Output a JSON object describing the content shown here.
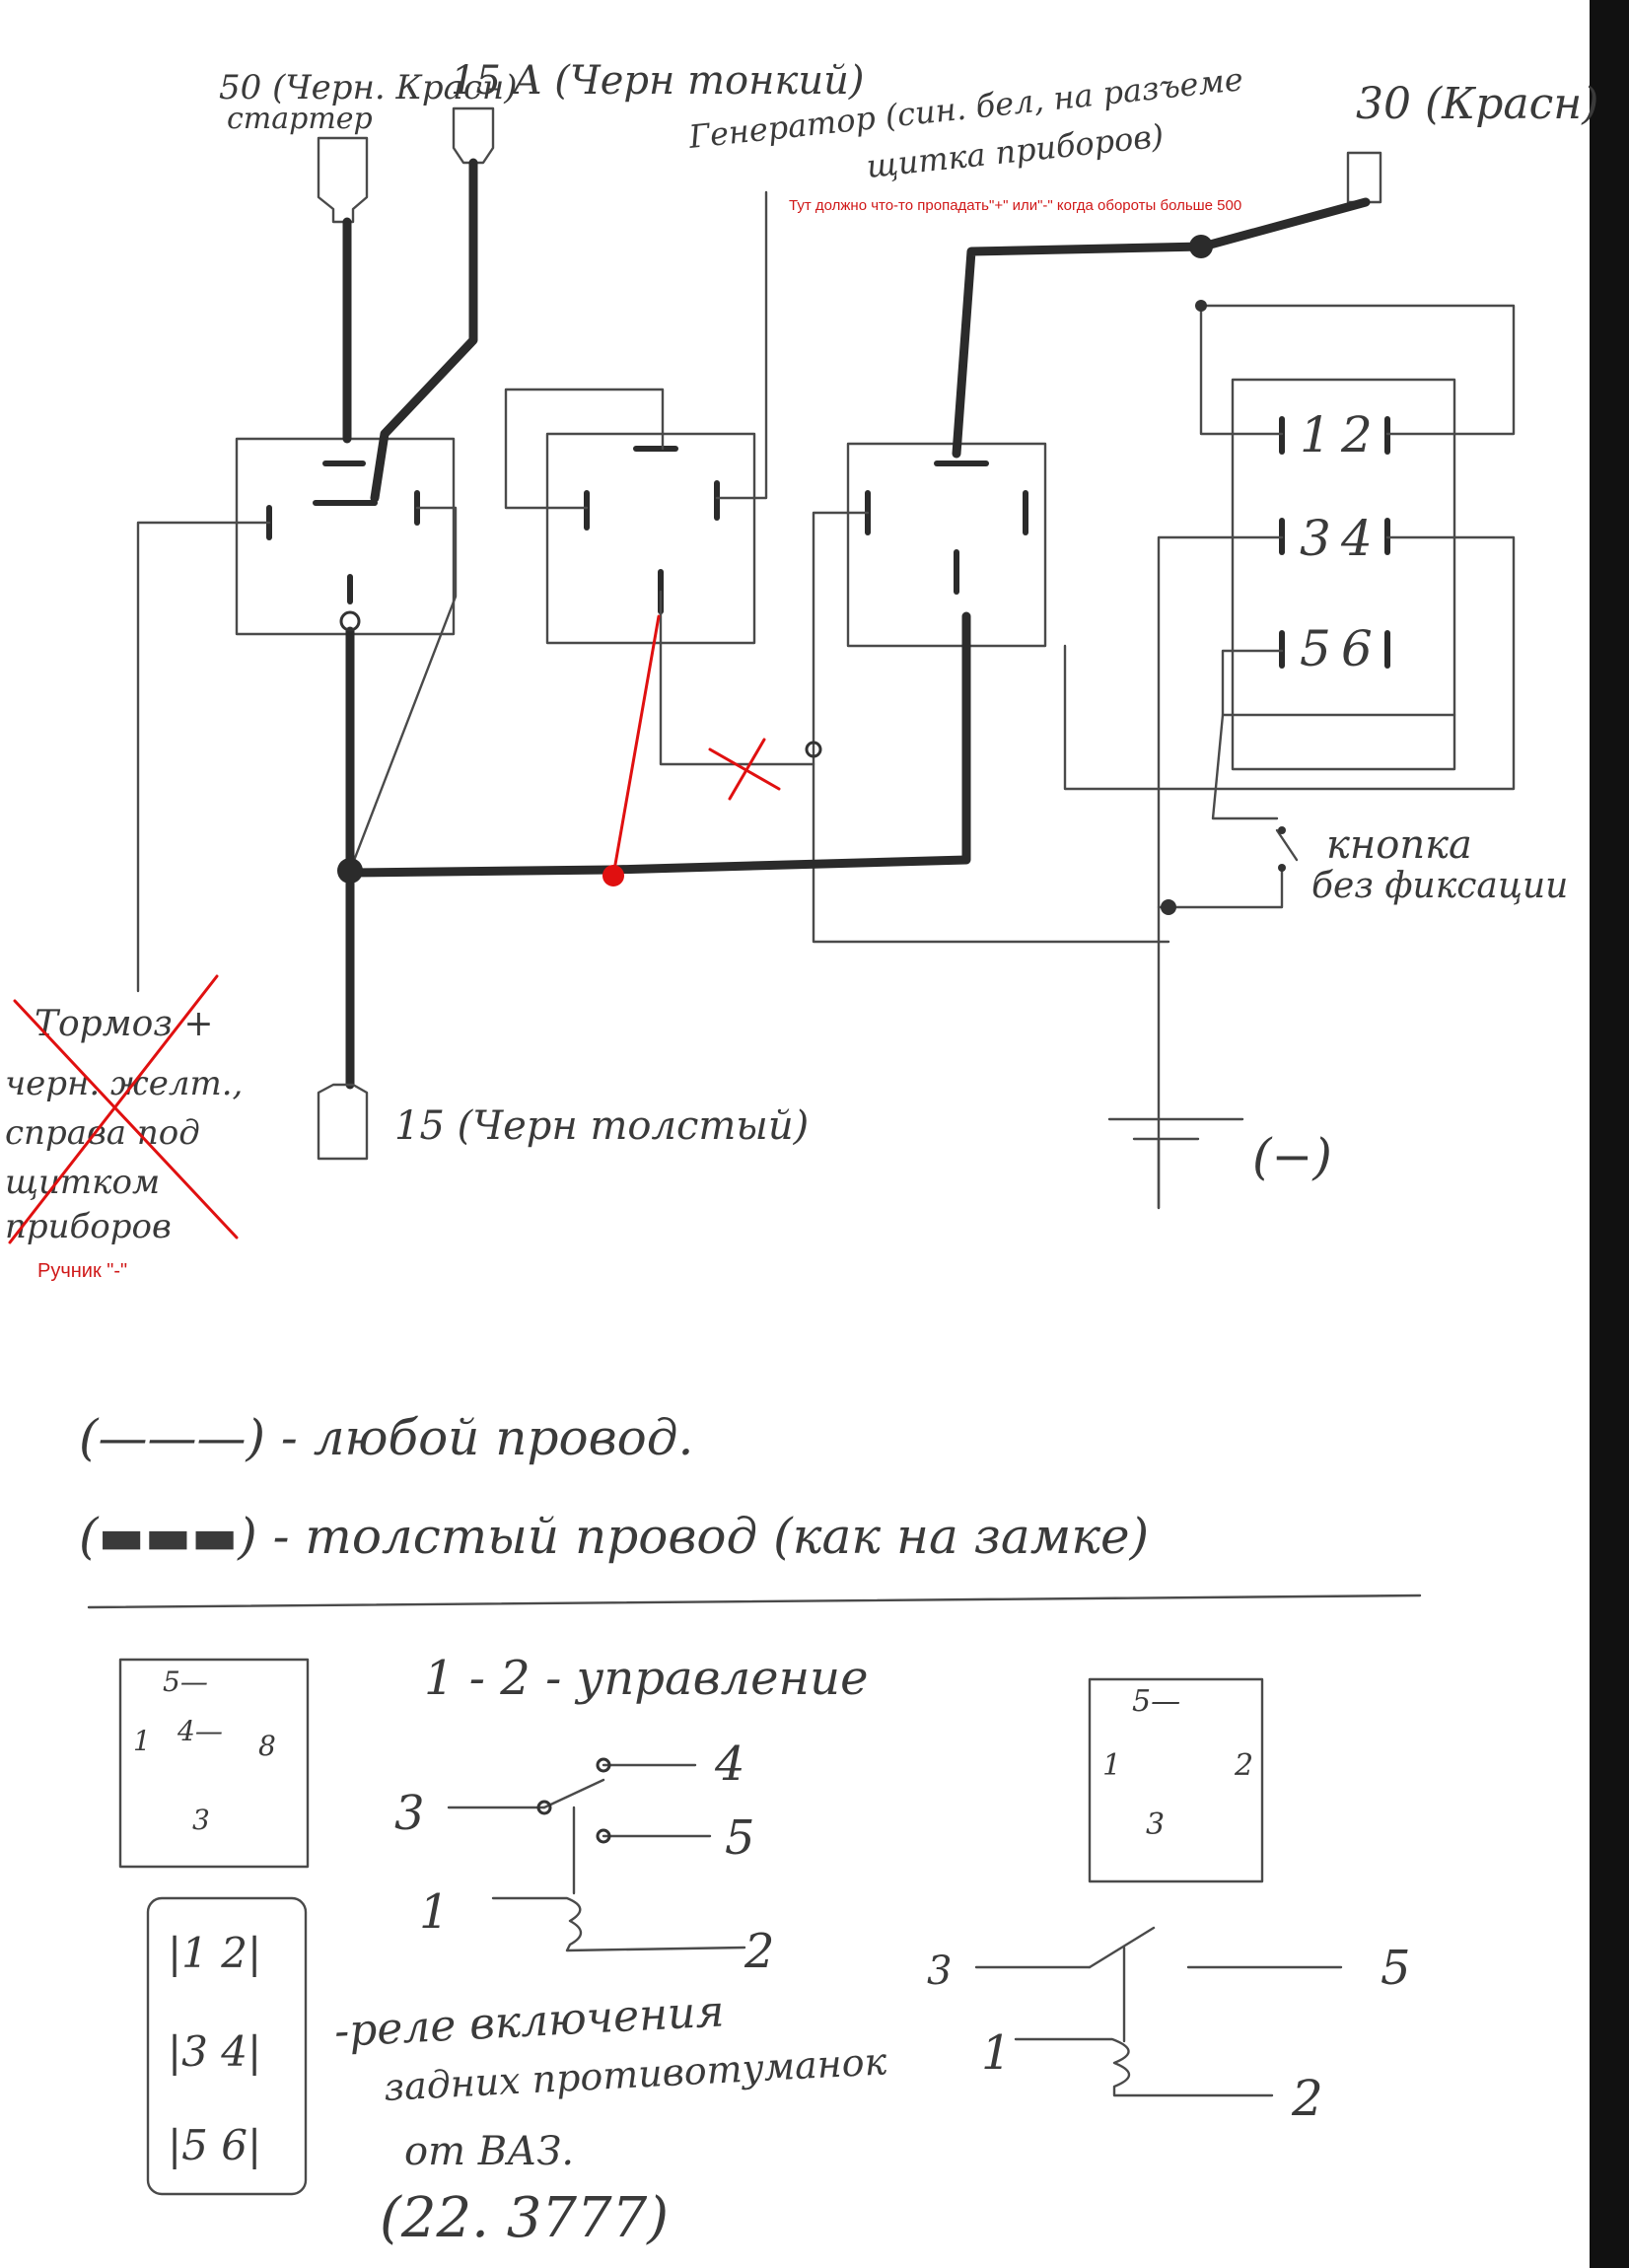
{
  "labels": {
    "starter_wire": "50 (Черн. Красн)",
    "starter_name": "стартер",
    "wire_15a": "15 A (Черн тонкий)",
    "generator_line1": "Генератор (син. бел, на разъеме",
    "generator_line2": "щитка приборов)",
    "battery_30": "30 (Красн)",
    "note_top": "Тут должно что-то пропадать\"+\" или\"-\" когда обороты больше 500",
    "button_line1": "кнопка",
    "button_line2": "без фиксации",
    "wire_15_thick": "15 (Черн толстый)",
    "ground": "(−)",
    "brake_line1": "Тормоз +",
    "brake_line2": "черн. желт.,",
    "brake_line3": "справа под",
    "brake_line4": "щитком",
    "brake_line5": "приборов",
    "handbrake_note": "Ручник \"-\""
  },
  "relay_block": {
    "pins": [
      "1",
      "2",
      "3",
      "4",
      "5",
      "6"
    ]
  },
  "legend": {
    "any_wire": "(———) - любой провод.",
    "thick_wire": "(▬▬▬) - толстый провод (как на замке)",
    "control": "1 - 2 - управление",
    "relay_desc_line1": "-реле включения",
    "relay_desc_line2": "задних противотуманок",
    "relay_desc_line3": "от ВАЗ.",
    "relay_model": "(22. 3777)"
  },
  "pinout_left": {
    "pin5": "5—",
    "pin1": "1",
    "pin4": "4—",
    "pin8": "8",
    "pin3": "3"
  },
  "pinout_right": {
    "pin5": "5—",
    "pin1": "1",
    "pin2": "2",
    "pin3": "3"
  },
  "schematic_top": {
    "n3": "3",
    "n4": "4",
    "n5": "5",
    "n1": "1",
    "n2": "2"
  },
  "schematic_bottom": {
    "n3": "3",
    "n5": "5",
    "n1": "1",
    "n2": "2"
  }
}
